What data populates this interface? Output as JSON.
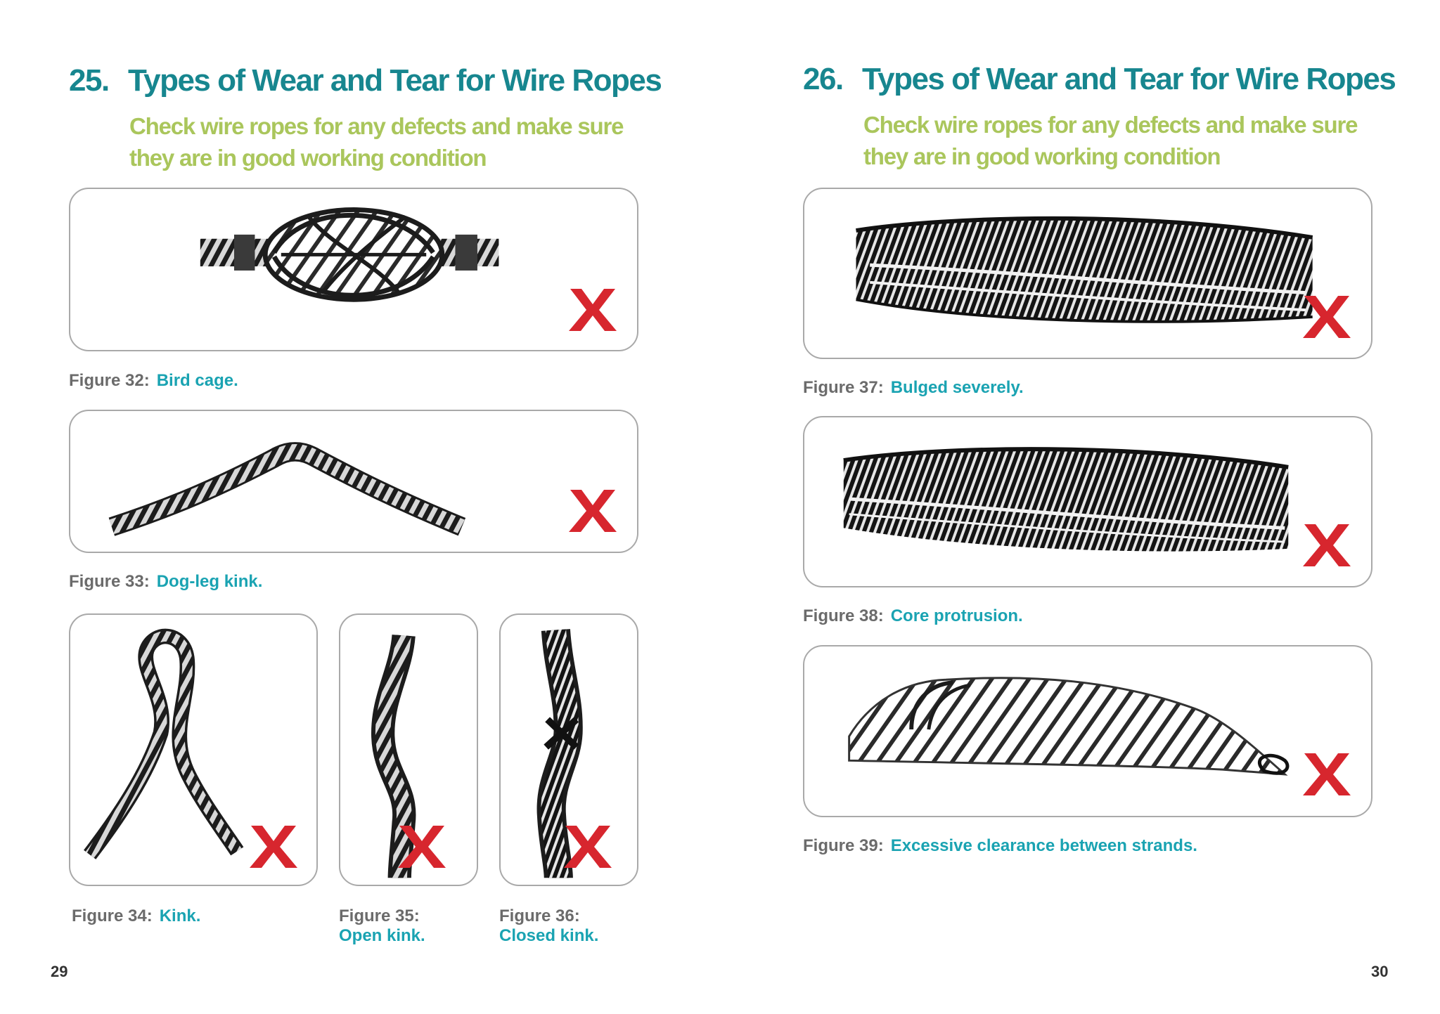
{
  "pages": [
    {
      "heading_number": "25.",
      "heading_title": "Types of Wear and Tear for Wire Ropes",
      "subheading_line1": "Check wire ropes for any defects and make sure",
      "subheading_line2": "they are in good working condition",
      "page_number": "29",
      "figures": [
        {
          "label": "Figure 32:",
          "text": "Bird cage."
        },
        {
          "label": "Figure 33:",
          "text": "Dog-leg kink."
        },
        {
          "label": "Figure 34:",
          "text": "Kink."
        },
        {
          "label": "Figure 35:",
          "text": "Open kink."
        },
        {
          "label": "Figure 36:",
          "text": "Closed kink."
        }
      ]
    },
    {
      "heading_number": "26.",
      "heading_title": "Types of Wear and Tear for Wire Ropes",
      "subheading_line1": "Check wire ropes for any defects and make sure",
      "subheading_line2": "they are in good working condition",
      "page_number": "30",
      "figures": [
        {
          "label": "Figure 37:",
          "text": "Bulged severely."
        },
        {
          "label": "Figure 38:",
          "text": "Core protrusion."
        },
        {
          "label": "Figure 39:",
          "text": "Excessive clearance between strands."
        }
      ]
    }
  ],
  "icons": {
    "reject": "red-x-icon"
  },
  "colors": {
    "heading": "#17868f",
    "subheading": "#aac65c",
    "caption_label": "#6b6b6b",
    "caption_text": "#1aa3b2",
    "reject_mark": "#d7262e",
    "frame_border": "#a9a9a9"
  }
}
